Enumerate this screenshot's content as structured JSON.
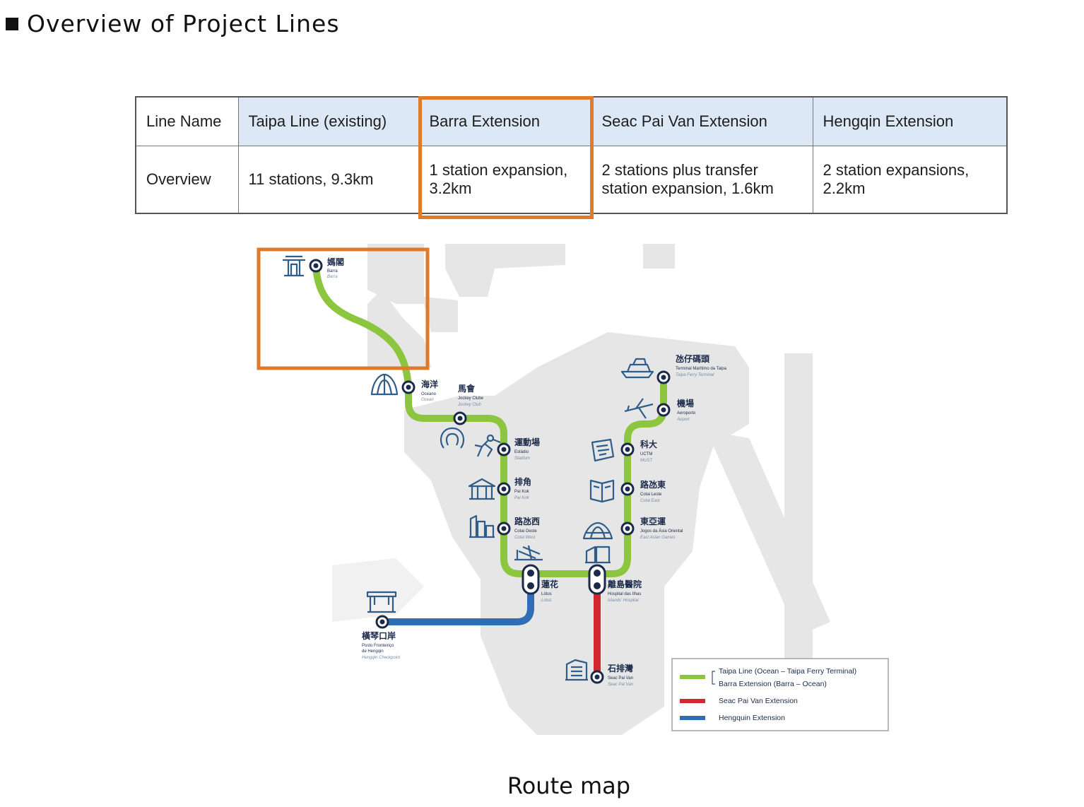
{
  "heading": "Overview of Project Lines",
  "table": {
    "header": [
      "Line Name",
      "Taipa Line (existing)",
      "Barra Extension",
      "Seac Pai Van Extension",
      "Hengqin Extension"
    ],
    "overview": [
      "Overview",
      "11 stations, 9.3km",
      "1 station expansion, 3.2km",
      "2 stations plus transfer station expansion, 1.6km",
      "2 station expansions, 2.2km"
    ]
  },
  "map": {
    "colors": {
      "green": "#8cc63f",
      "red": "#d22630",
      "blue": "#2f6db5",
      "highlight": "#e07a26",
      "land": "#e6e6e6",
      "text": "#1b2a4a"
    },
    "stations": {
      "barra": {
        "zh": "媽閣",
        "pt": "Barra",
        "en": "Barra"
      },
      "ocean": {
        "zh": "海洋",
        "pt": "Oceano",
        "en": "Ocean"
      },
      "jockey": {
        "zh": "馬會",
        "pt": "Jockey Clube",
        "en": "Jockey Club"
      },
      "stadium": {
        "zh": "運動場",
        "pt": "Estádio",
        "en": "Stadium"
      },
      "paikok": {
        "zh": "排角",
        "pt": "Pai Kok",
        "en": "Pai Kok"
      },
      "cotaiwest": {
        "zh": "路氹西",
        "pt": "Cotai Oeste",
        "en": "Cotai West"
      },
      "lotus": {
        "zh": "蓮花",
        "pt": "Lótus",
        "en": "Lotus"
      },
      "islands": {
        "zh": "離島醫院",
        "pt": "Hospital das Ilhas",
        "en": "Islands' Hospital"
      },
      "eastasian": {
        "zh": "東亞運",
        "pt": "Jogos da Ásia Oriental",
        "en": "East Asian Games"
      },
      "cotaieast": {
        "zh": "路氹東",
        "pt": "Cotai Leste",
        "en": "Cotai East"
      },
      "must": {
        "zh": "科大",
        "pt": "UCTM",
        "en": "MUST"
      },
      "airport": {
        "zh": "機場",
        "pt": "Aeroporto",
        "en": "Airport"
      },
      "ferry": {
        "zh": "氹仔碼頭",
        "pt": "Terminal Marítimo da Taipa",
        "en": "Taipa Ferry Terminal"
      },
      "hengqin": {
        "zh": "橫琴口岸",
        "pt1": "Posto Fronteiriço",
        "pt2": "de Hengqin",
        "en": "Hengqin Checkpoint"
      },
      "seacpaivan": {
        "zh": "石排灣",
        "pt": "Seac Pai Van",
        "en": "Seac Pai Van"
      }
    },
    "icons": {
      "barra": "temple-icon",
      "ocean": "aquarium-dome-icon",
      "jockey": "horseshoe-icon",
      "stadium": "athlete-icon",
      "paikok": "pavilion-icon",
      "cotaiwest": "buildings-icon",
      "lotus": "bridge-icon",
      "islands": "hospital-building-icon",
      "eastasian": "dome-arena-icon",
      "cotaieast": "book-icon",
      "must": "university-icon",
      "airport": "airplane-icon",
      "ferry": "ferry-icon",
      "hengqin": "checkpoint-gate-icon",
      "seacpaivan": "residence-icon"
    },
    "legend": {
      "taipa": "Taipa Line (Ocean – Taipa Ferry Terminal)",
      "barra": "Barra Extension (Barra – Ocean)",
      "seac": "Seac Pai Van Extension",
      "hengqin": "Hengquin Extension"
    }
  },
  "caption": "Route map"
}
